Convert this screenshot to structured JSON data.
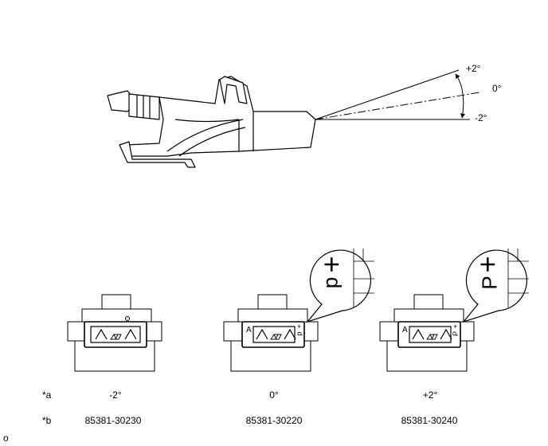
{
  "angles": {
    "plus": "+2°",
    "zero": "0°",
    "minus": "-2°"
  },
  "connector_marks": {
    "window_letter": "A",
    "plus_sign": "+",
    "minus_d": "d",
    "plus_P": "P"
  },
  "rows": {
    "a": {
      "label": "*a",
      "values": [
        "-2°",
        "0°",
        "+2°"
      ]
    },
    "b": {
      "label": "*b",
      "values": [
        "85381-30230",
        "85381-30220",
        "85381-30240"
      ]
    }
  },
  "footer": "o"
}
